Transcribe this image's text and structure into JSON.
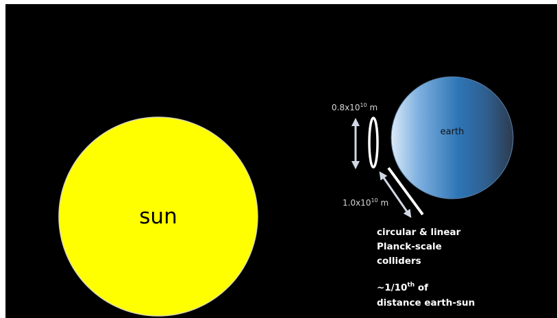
{
  "colors": {
    "background": "#000000",
    "sun_fill": "#ffff00",
    "earth_gradient": [
      "#dbe9f7",
      "#7fb1e0",
      "#2e75b6",
      "#2f5f8f",
      "#2d3b4e"
    ],
    "arrow": "#d0d8e4",
    "collider": "#ffffff"
  },
  "sun": {
    "label": "sun"
  },
  "earth": {
    "label": "earth"
  },
  "ring_diameter": {
    "base": "0.8x10",
    "exp": "10",
    "unit": " m"
  },
  "linear_length": {
    "base": "1.0x10",
    "exp": "10",
    "unit": " m"
  },
  "caption": {
    "line1": "circular & linear",
    "line2": "Planck-scale",
    "line3": "colliders",
    "line4_prefix": "~1/10",
    "line4_sup": "th",
    "line4_suffix": " of",
    "line5": "distance earth-sun"
  }
}
